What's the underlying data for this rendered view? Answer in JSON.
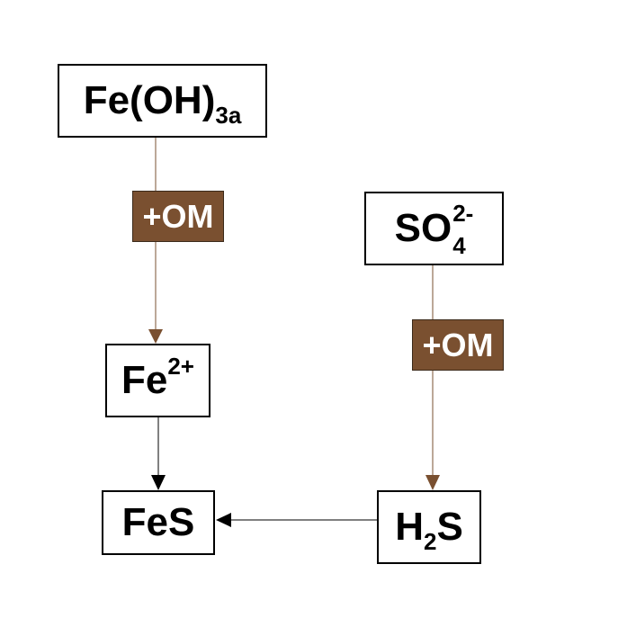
{
  "colors": {
    "reagent_fill": "#7a5030",
    "reagent_arrow": "#7a5030",
    "node_border": "#000000",
    "black_arrow": "#000000"
  },
  "nodes": {
    "fe_oh3": {
      "main": "Fe(OH)",
      "sub": "3a"
    },
    "sulfate": {
      "main": "SO",
      "sub": "4",
      "sup": "2-"
    },
    "fe2": {
      "main": "Fe",
      "sup": "2+"
    },
    "fes": {
      "main": "FeS"
    },
    "h2s": {
      "pre": "H",
      "sub": "2",
      "post": "S"
    }
  },
  "reagents": {
    "left": "+OM",
    "right": "+OM"
  }
}
